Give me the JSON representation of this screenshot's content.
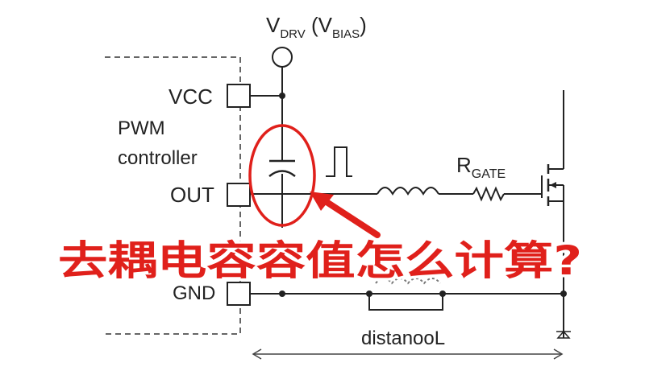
{
  "diagram": {
    "supply_label_main": "V",
    "supply_label_sub1": "DRV",
    "supply_label_mid": " (V",
    "supply_label_sub2": "BIAS",
    "supply_label_end": ")",
    "pin_vcc": "VCC",
    "pin_out": "OUT",
    "pin_gnd": "GND",
    "controller_line1": "PWM",
    "controller_line2": "controller",
    "rgate_main": "R",
    "rgate_sub": "GATE",
    "distance_label": "distanooL",
    "question": "去耦电容容值怎么计算?",
    "highlight_color": "#e0201b",
    "line_color": "#222222"
  }
}
